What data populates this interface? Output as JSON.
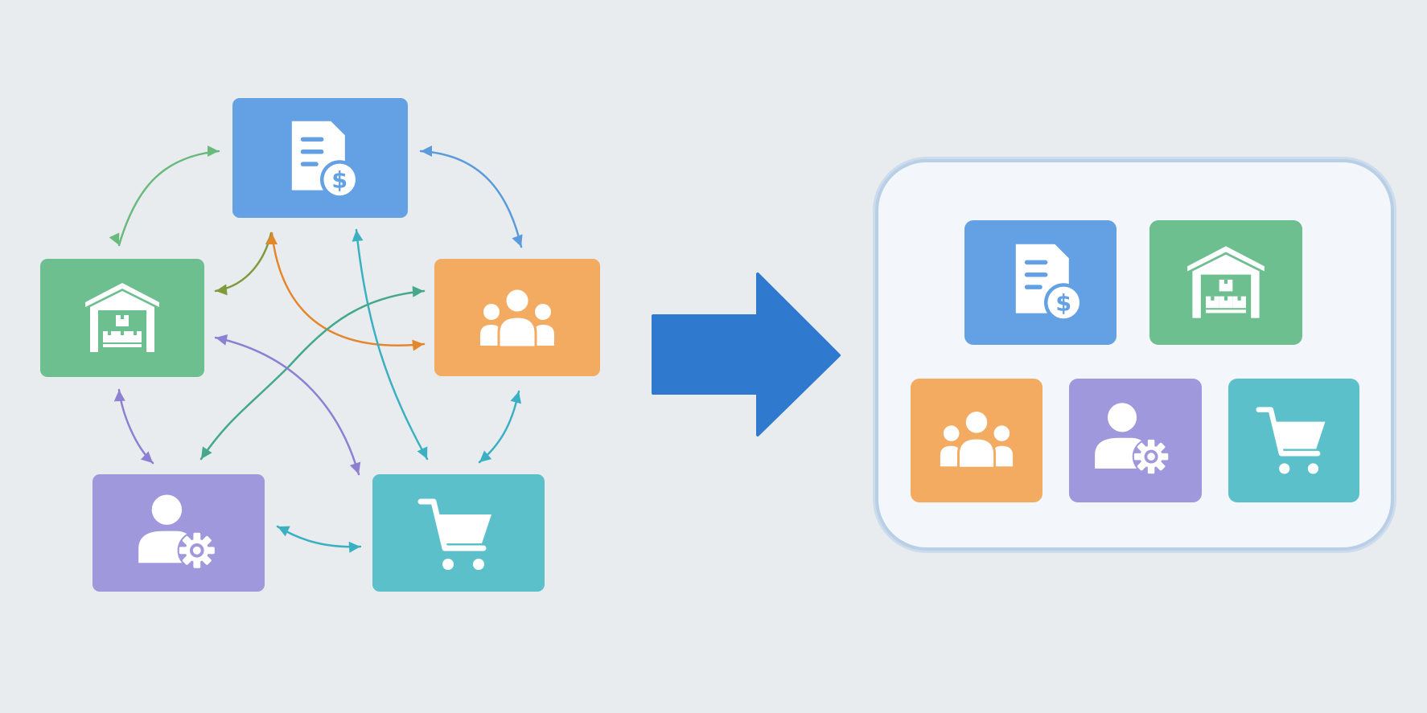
{
  "colors": {
    "background": "#e9ecef",
    "invoice": "#63a0e4",
    "warehouse": "#6ebf8f",
    "customers": "#f3ab62",
    "admin": "#9f98dc",
    "cart": "#5bc0ca",
    "big_arrow": "#2f79cf",
    "panel_fill": "#f3f6fa",
    "panel_border": "#b9cfe6",
    "link_green": "#6ab97d",
    "link_blue": "#5a9bdc",
    "link_olive": "#7f9a3a",
    "link_orange": "#e4862c",
    "link_teal": "#3bb0c3",
    "link_purple": "#8d7fd2",
    "link_teal_green": "#45a889"
  },
  "modules": [
    {
      "id": "invoice",
      "icon": "invoice-dollar-icon"
    },
    {
      "id": "warehouse",
      "icon": "warehouse-icon"
    },
    {
      "id": "customers",
      "icon": "people-group-icon"
    },
    {
      "id": "admin",
      "icon": "user-gear-icon"
    },
    {
      "id": "cart",
      "icon": "shopping-cart-icon"
    }
  ],
  "connections": [
    {
      "from": "warehouse",
      "to": "invoice",
      "color": "link_green"
    },
    {
      "from": "invoice",
      "to": "customers",
      "color": "link_blue"
    },
    {
      "from": "warehouse",
      "to": "invoice",
      "color": "link_olive"
    },
    {
      "from": "invoice",
      "to": "customers",
      "color": "link_orange"
    },
    {
      "from": "invoice",
      "to": "cart",
      "color": "link_teal"
    },
    {
      "from": "customers",
      "to": "admin",
      "color": "link_teal_green"
    },
    {
      "from": "warehouse",
      "to": "cart",
      "color": "link_purple"
    },
    {
      "from": "warehouse",
      "to": "admin",
      "color": "link_purple"
    },
    {
      "from": "customers",
      "to": "cart",
      "color": "link_teal"
    },
    {
      "from": "admin",
      "to": "cart",
      "color": "link_teal"
    }
  ],
  "transition_icon": "right-arrow-icon"
}
